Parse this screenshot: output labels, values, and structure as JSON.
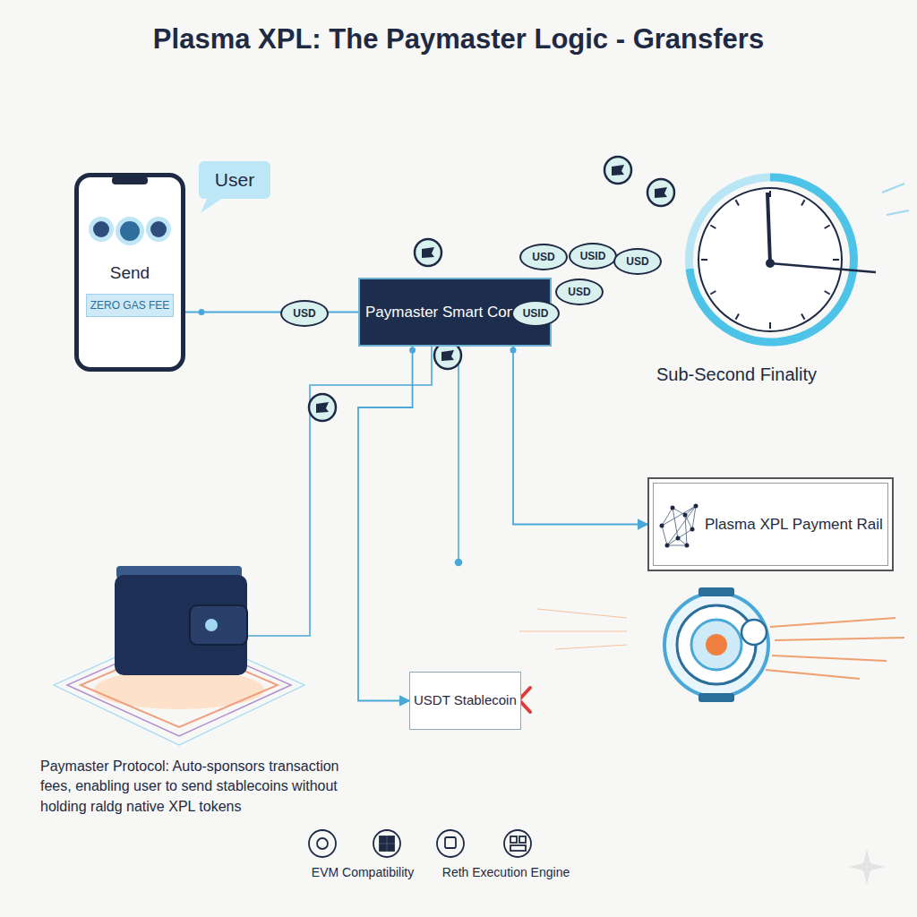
{
  "diagram": {
    "title": "Plasma XPL: The Paymaster Logic - Gransfers",
    "caption": "Paymaster Protocol: Auto-sponsors transaction fees, enabling user to send stablecoins without holding raldg native XPL tokens",
    "nodes": [
      {
        "text": [
          "User"
        ]
      },
      {
        "text": [
          "Send"
        ]
      },
      {
        "text": [
          "ZERO GAS FEE"
        ],
        "in": 1
      },
      {
        "text": [
          "USD"
        ]
      },
      {
        "text": [
          "Paymaster Smart Contract"
        ]
      },
      {
        "text": [
          "USD"
        ]
      },
      {
        "text": [
          "USID"
        ]
      },
      {
        "text": [
          "USD"
        ]
      },
      {
        "text": [
          "USID"
        ]
      },
      {
        "text": [
          "USD"
        ]
      },
      {
        "text": [
          "Plasma XPL Payment Rail"
        ]
      },
      {
        "text": [
          "USDT Stablecoin"
        ]
      }
    ],
    "edges": [
      {
        "from": 1,
        "to": 4,
        "arrow": "none"
      },
      {
        "from": 4,
        "to": 10,
        "arrow": "to"
      },
      {
        "from": 4,
        "to": 11,
        "arrow": "to"
      }
    ],
    "labels": [
      "Sub-Second Finality",
      "EVM Compatibility",
      "Reth Execution Engine"
    ]
  }
}
